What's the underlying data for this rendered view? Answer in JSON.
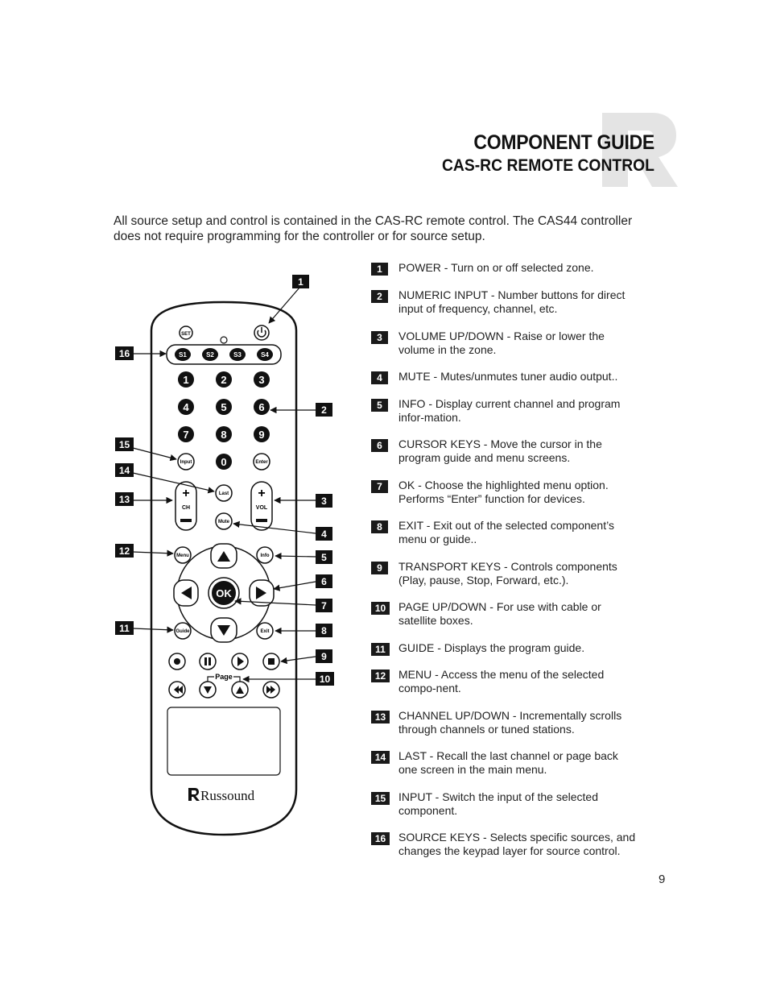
{
  "header": {
    "title": "COMPONENT GUIDE",
    "subtitle": "CAS-RC REMOTE CONTROL"
  },
  "intro": "All source setup and control is contained in the CAS-RC remote control. The CAS44 controller does not require programming for the controller or for source setup.",
  "remote": {
    "set_label": "SET",
    "source_keys": [
      "S1",
      "S2",
      "S3",
      "S4"
    ],
    "number_keys": [
      "1",
      "2",
      "3",
      "4",
      "5",
      "6",
      "7",
      "8",
      "9",
      "0"
    ],
    "input_label": "Input",
    "enter_label": "Enter",
    "last_label": "Last",
    "mute_label": "Mute",
    "ch_label": "CH",
    "vol_label": "VOL",
    "menu_label": "Menu",
    "info_label": "Info",
    "ok_label": "OK",
    "guide_label": "Guide",
    "exit_label": "Exit",
    "page_label": "Page",
    "brand": "Russound",
    "callouts": [
      "1",
      "2",
      "3",
      "4",
      "5",
      "6",
      "7",
      "8",
      "9",
      "10",
      "11",
      "12",
      "13",
      "14",
      "15",
      "16"
    ]
  },
  "items": [
    {
      "num": "1",
      "text": "POWER - Turn on or off selected zone."
    },
    {
      "num": "2",
      "text": "NUMERIC INPUT - Number buttons for direct input of frequency, channel, etc."
    },
    {
      "num": "3",
      "text": "VOLUME UP/DOWN - Raise or lower the volume in the zone."
    },
    {
      "num": "4",
      "text": "MUTE - Mutes/unmutes tuner audio output.."
    },
    {
      "num": "5",
      "text": "INFO - Display current channel and program infor-mation."
    },
    {
      "num": "6",
      "text": "CURSOR KEYS - Move the cursor in the program guide and menu screens."
    },
    {
      "num": "7",
      "text": "OK - Choose the highlighted menu option. Performs “Enter” function for devices."
    },
    {
      "num": "8",
      "text": "EXIT - Exit out of the selected component’s menu or guide.."
    },
    {
      "num": "9",
      "text": "TRANSPORT KEYS - Controls components (Play, pause, Stop, Forward, etc.)."
    },
    {
      "num": "10",
      "text": "PAGE UP/DOWN - For use with cable or satellite boxes."
    },
    {
      "num": "11",
      "text": "GUIDE - Displays the program guide."
    },
    {
      "num": "12",
      "text": "MENU - Access the menu of the selected compo-nent."
    },
    {
      "num": "13",
      "text": "CHANNEL UP/DOWN - Incrementally scrolls through channels or tuned stations."
    },
    {
      "num": "14",
      "text": "LAST - Recall the last channel or page back one screen in the main menu."
    },
    {
      "num": "15",
      "text": "INPUT - Switch the input of the selected component."
    },
    {
      "num": "16",
      "text": "SOURCE KEYS - Selects specific sources, and changes the keypad layer for source control."
    }
  ],
  "page_number": "9"
}
